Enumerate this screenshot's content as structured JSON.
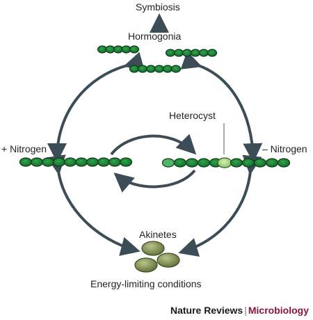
{
  "labels": {
    "symbiosis": "Symbiosis",
    "hormogonia": "Hormogonia",
    "heterocyst": "Heterocyst",
    "plus_nitrogen": "+ Nitrogen",
    "minus_nitrogen": "– Nitrogen",
    "akinetes": "Akinetes",
    "energy_limiting": "Energy-limiting conditions"
  },
  "footer": {
    "publisher": "Nature Reviews",
    "separator": "|",
    "journal": "Microbiology"
  },
  "colors": {
    "cell_fill": "#1f8a3a",
    "cell_outline": "#0b3d1a",
    "heterocyst_fill": "#9ccf7a",
    "akinete_fill": "#7d8f4e",
    "arrow": "#3d4d57",
    "journal": "#8a1538"
  }
}
